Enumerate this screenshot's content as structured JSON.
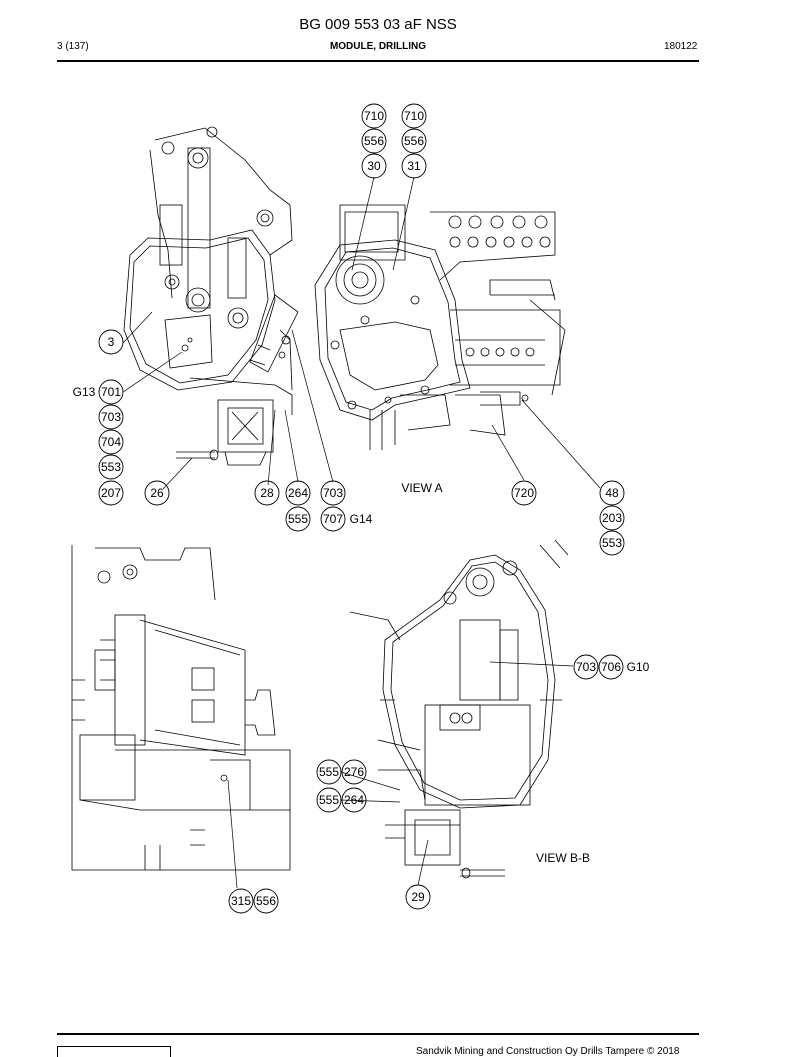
{
  "header": {
    "title": "BG 009 553 03 aF NSS",
    "page": "3 (137)",
    "section": "MODULE, DRILLING",
    "date": "180122"
  },
  "views": {
    "view_a": "VIEW A",
    "view_bb": "VIEW B-B"
  },
  "callouts": {
    "c710a": "710",
    "c556a": "556",
    "c30": "30",
    "c710b": "710",
    "c556b": "556",
    "c31": "31",
    "c3": "3",
    "g13": "G13",
    "c701": "701",
    "c703a": "703",
    "c704": "704",
    "c553a": "553",
    "c207": "207",
    "c26": "26",
    "c28": "28",
    "c264a": "264",
    "c555a": "555",
    "c703b": "703",
    "c707": "707",
    "g14": "G14",
    "c720": "720",
    "c48": "48",
    "c203": "203",
    "c553b": "553",
    "c703c": "703",
    "c706": "706",
    "g10": "G10",
    "c555b": "555",
    "c276": "276",
    "c555c": "555",
    "c264b": "264",
    "c29": "29",
    "c315": "315",
    "c556c": "556"
  },
  "footer": {
    "copyright": "Sandvik Mining and Construction Oy Drills Tampere © 2018"
  }
}
